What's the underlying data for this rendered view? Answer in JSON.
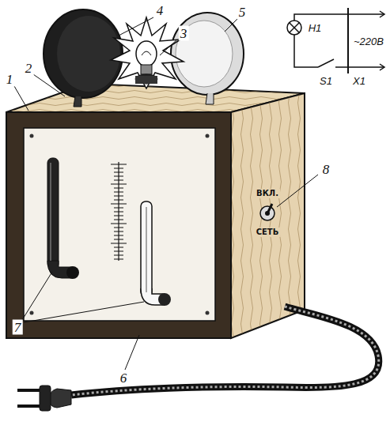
{
  "diagram": {
    "labels": [
      "1",
      "2",
      "3",
      "4",
      "5",
      "6",
      "7",
      "8",
      "ВКЛ.",
      "СЕТЬ",
      "H1",
      "S1",
      "X1",
      "~220В"
    ]
  }
}
